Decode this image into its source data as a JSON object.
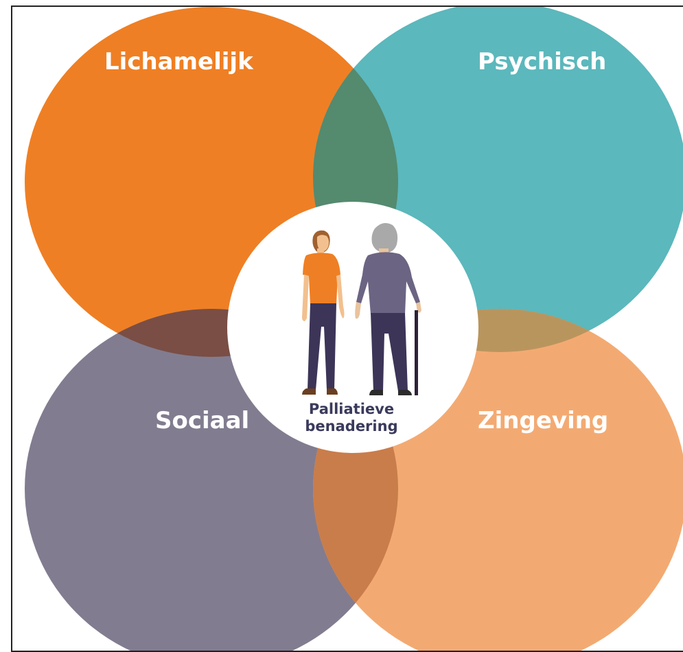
{
  "domains": {
    "physical": {
      "label": "Lichamelijk",
      "color": "#ef7f24"
    },
    "psychological": {
      "label": "Psychisch",
      "color": "#5bb8bc"
    },
    "social": {
      "label": "Sociaal",
      "color": "#827c90"
    },
    "meaning": {
      "label": "Zingeving",
      "color": "#f3aa72"
    }
  },
  "overlap_colors": {
    "physical_psychological": "#548a6e",
    "physical_social": "#7a4e44",
    "psychological_meaning": "#b9955e",
    "social_meaning": "#c97d4b"
  },
  "center": {
    "line1": "Palliatieve",
    "line2": "benadering",
    "icon": "two-people-icon"
  }
}
